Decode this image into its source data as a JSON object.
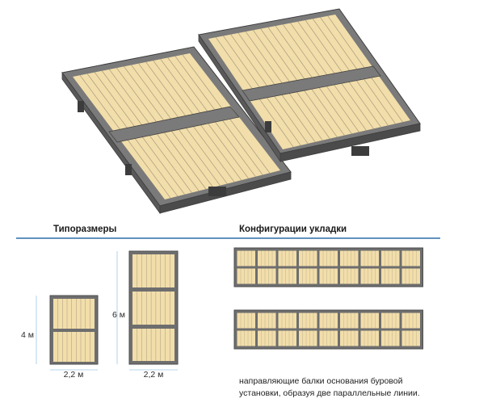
{
  "colors": {
    "wood": "#f2deaa",
    "board_line": "#a69a80",
    "frame": "#6e6e6e",
    "frame_dark": "#4e4e4e",
    "frame_side": "#5a5a5a",
    "divider_blue": "#2e6fa8",
    "dim_line": "#a0c7e3"
  },
  "headings": {
    "sizes": "Типоразмеры",
    "configs": "Конфигурации укладки"
  },
  "sizes": [
    {
      "width_label": "2,2 м",
      "height_label": "4 м",
      "sections": 2
    },
    {
      "width_label": "2,2 м",
      "height_label": "6 м",
      "sections": 3
    }
  ],
  "configs": [
    {
      "columns": 9,
      "rows": 2
    },
    {
      "columns": 9,
      "rows": 2
    }
  ],
  "caption": {
    "line1": "направляющие балки основания буровой",
    "line2": "установки, образуя две параллельные линии."
  }
}
